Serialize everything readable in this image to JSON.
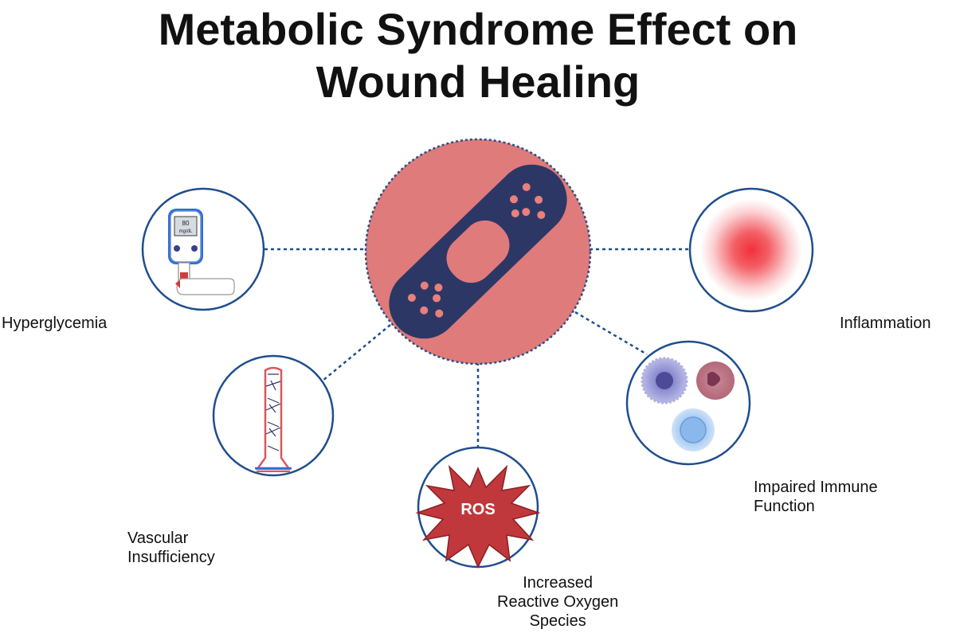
{
  "title": {
    "line1": "Metabolic Syndrome Effect on",
    "line2": "Wound Healing"
  },
  "center": {
    "icon": "bandage-icon"
  },
  "nodes": {
    "hyperglycemia": {
      "label": "Hyperglycemia",
      "icon": "glucose-meter-icon"
    },
    "inflammation": {
      "label": "Inflammation",
      "icon": "inflammation-glow-icon"
    },
    "vascular": {
      "label_line1": "Vascular",
      "label_line2": "Insufficiency",
      "icon": "blood-vessel-icon"
    },
    "immune": {
      "label_line1": "Impaired Immune",
      "label_line2": "Function",
      "icon": "immune-cells-icon"
    },
    "ros": {
      "label_line1": "Increased",
      "label_line2": "Reactive Oxygen",
      "label_line3": "Species",
      "icon": "ros-burst-icon",
      "badge": "ROS"
    }
  },
  "glucose_meter": {
    "reading": "80",
    "unit": "mg/dL"
  },
  "colors": {
    "circle_stroke": "#1f4e8c",
    "center_fill": "#df7b7a",
    "center_border": "#2a4f86",
    "bandage": "#2d3766",
    "bandage_dot": "#e8807c",
    "ros_star": "#c0383c",
    "inflammation": "#f04048"
  }
}
